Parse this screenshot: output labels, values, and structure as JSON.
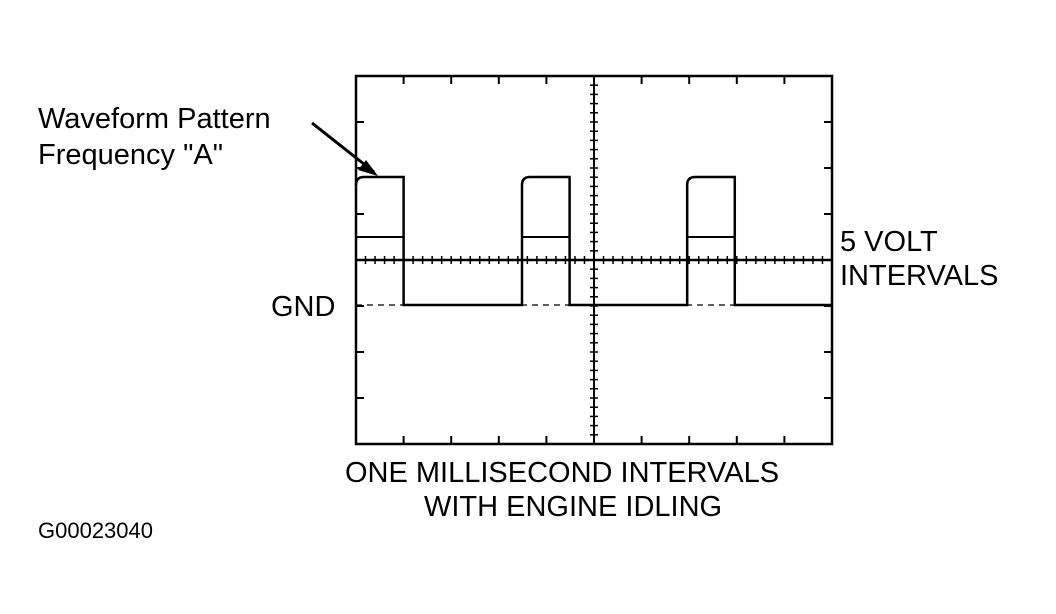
{
  "callout": {
    "line1": "Waveform Pattern",
    "line2": "Frequency \"A\""
  },
  "gnd_label": "GND",
  "volt_label": {
    "line1": "5 VOLT",
    "line2": "INTERVALS"
  },
  "time_label": {
    "line1": "ONE MILLISECOND INTERVALS",
    "line2": "WITH ENGINE IDLING"
  },
  "figure_id": "G00023040",
  "scope": {
    "h_divisions": 10,
    "v_divisions": 8,
    "pulse_period_div": 3.47,
    "pulse_width_div": 1.0
  }
}
